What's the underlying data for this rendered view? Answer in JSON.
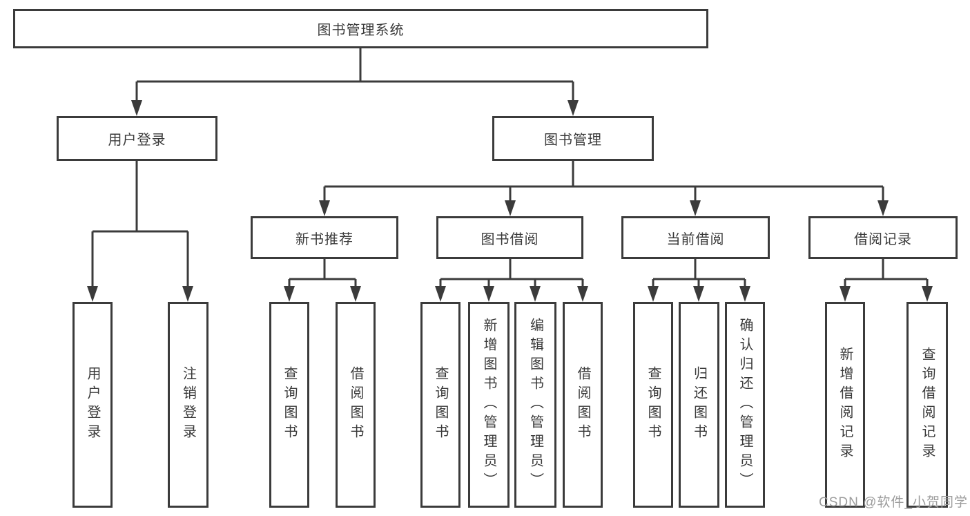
{
  "diagram": {
    "type": "tree",
    "root": {
      "label": "图书管理系统"
    },
    "branches": [
      {
        "label": "用户登录",
        "children": [
          {
            "label": "用户登录"
          },
          {
            "label": "注销登录"
          }
        ]
      },
      {
        "label": "图书管理",
        "children": [
          {
            "label": "新书推荐",
            "children": [
              {
                "label": "查询图书"
              },
              {
                "label": "借阅图书"
              }
            ]
          },
          {
            "label": "图书借阅",
            "children": [
              {
                "label": "查询图书"
              },
              {
                "label": "新增图书（管理员）"
              },
              {
                "label": "编辑图书（管理员）"
              },
              {
                "label": "借阅图书"
              }
            ]
          },
          {
            "label": "当前借阅",
            "children": [
              {
                "label": "查询图书"
              },
              {
                "label": "归还图书"
              },
              {
                "label": "确认归还（管理员）"
              }
            ]
          },
          {
            "label": "借阅记录",
            "children": [
              {
                "label": "新增借阅记录"
              },
              {
                "label": "查询借阅记录"
              }
            ]
          }
        ]
      }
    ],
    "watermark": "CSDN @软件_小贺同学",
    "colors": {
      "node_border": "#3b3b3b",
      "node_text": "#3a3a3a",
      "connector": "#3b3b3b",
      "watermark": "#9c9c9c",
      "background": "#ffffff"
    }
  }
}
